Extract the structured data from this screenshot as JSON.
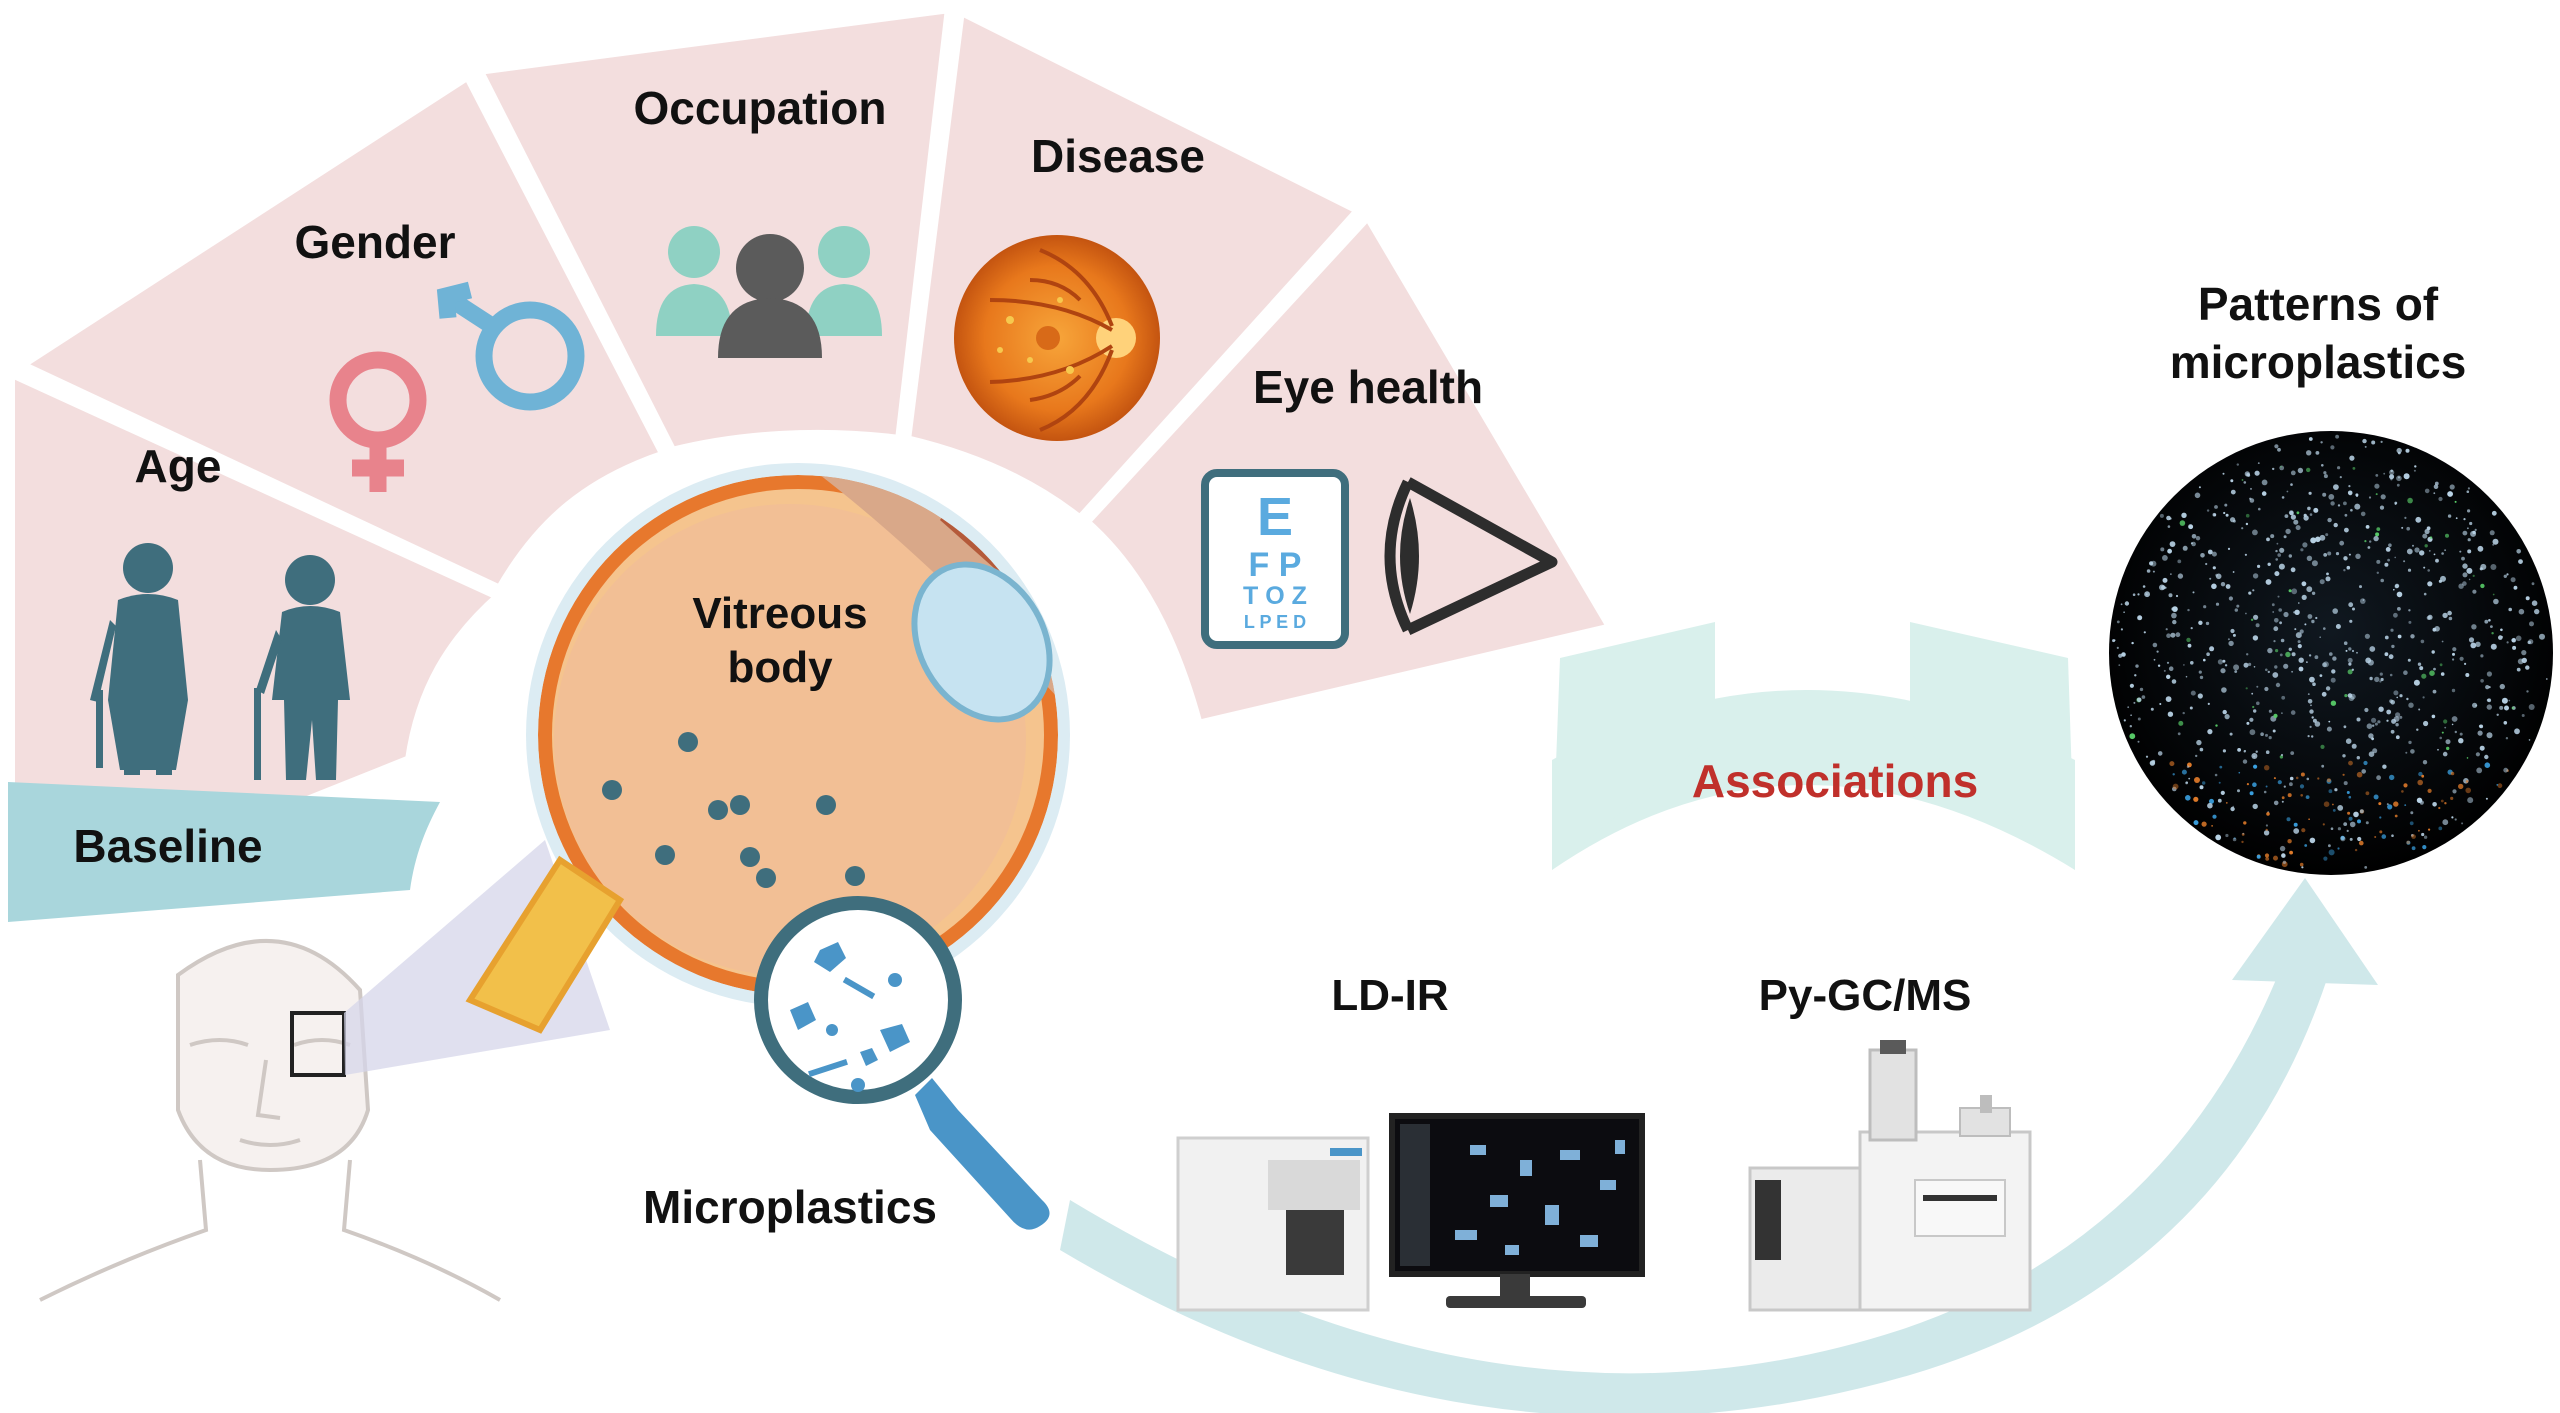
{
  "segments": {
    "age": "Age",
    "gender": "Gender",
    "occupation": "Occupation",
    "disease": "Disease",
    "eye_health": "Eye health",
    "baseline": "Baseline"
  },
  "eye_chart": {
    "row1": "E",
    "row2": "F P",
    "row3": "T O Z",
    "row4": "L P E D"
  },
  "eye": {
    "vitreous_line1": "Vitreous",
    "vitreous_line2": "body"
  },
  "microplastics_label": "Microplastics",
  "instruments": {
    "ldir": "LD-IR",
    "pygcms": "Py-GC/MS"
  },
  "associations": "Associations",
  "patterns": {
    "line1": "Patterns of",
    "line2": "microplastics"
  },
  "colors": {
    "fan_fill": "#f3dede",
    "baseline_band": "#a9d6dc",
    "figure_teal": "#3f6e7d",
    "arrow_teal": "#cfe8ea",
    "associations_red": "#c0302b",
    "vitreous_fill": "#f2bf95",
    "retina_orange": "#e8781c",
    "lens_blue": "#c6e3f1"
  }
}
